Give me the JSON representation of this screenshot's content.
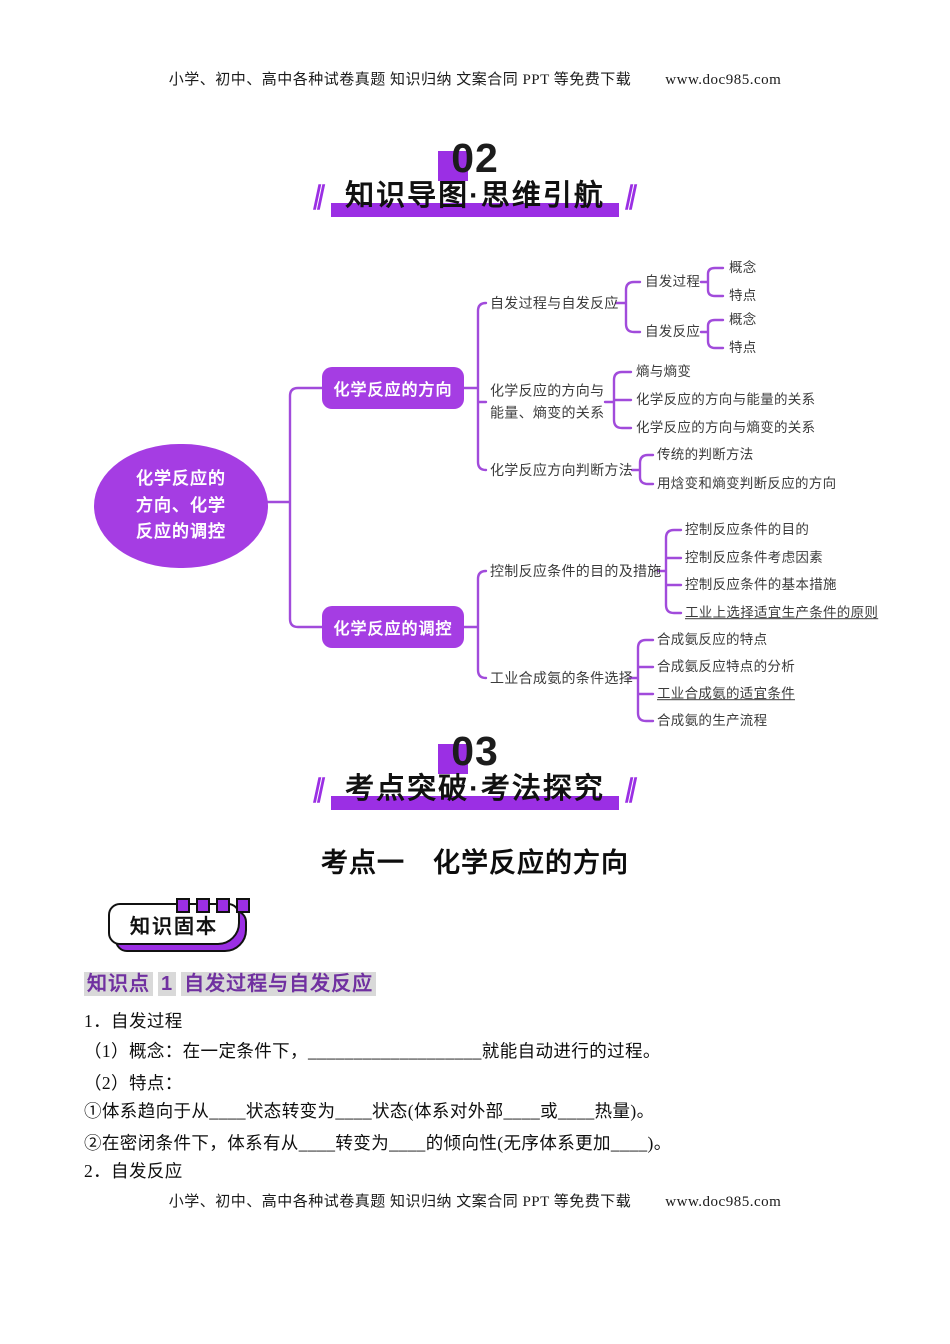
{
  "page": {
    "header_text": "小学、初中、高中各种试卷真题 知识归纳 文案合同 PPT 等免费下载",
    "header_url": "www.doc985.com",
    "footer_text": "小学、初中、高中各种试卷真题 知识归纳 文案合同 PPT 等免费下载",
    "footer_url": "www.doc985.com"
  },
  "section02": {
    "number": "02",
    "title": "知识导图·思维引航",
    "slash": "∥"
  },
  "section03": {
    "number": "03",
    "title": "考点突破·考法探究",
    "slash": "∥"
  },
  "mindmap": {
    "root": "化学反应的\n方向、化学\n反应的调控",
    "branch_direction": "化学反应的方向",
    "branch_control": "化学反应的调控",
    "l3": {
      "zf": "自发过程与自发反应",
      "nl": "化学反应的方向与\n能量、熵变的关系",
      "pd": "化学反应方向判断方法",
      "kz": "控制反应条件的目的及措施",
      "gy": "工业合成氨的条件选择"
    },
    "l4": {
      "zfgc": "自发过程",
      "zffy": "自发反应",
      "sbs": "熵与熵变",
      "nlgx": "化学反应的方向与能量的关系",
      "sbgx": "化学反应的方向与熵变的关系",
      "ct": "传统的判断方法",
      "hs": "用焓变和熵变判断反应的方向",
      "md": "控制反应条件的目的",
      "ys": "控制反应条件考虑因素",
      "cs": "控制反应条件的基本措施",
      "yz": "工业上选择适宜生产条件的原则",
      "td": "合成氨反应的特点",
      "fx": "合成氨反应特点的分析",
      "sy": "工业合成氨的适宜条件",
      "lc": "合成氨的生产流程"
    },
    "l5": {
      "gn1": "概念",
      "td1": "特点",
      "gn2": "概念",
      "td2": "特点"
    }
  },
  "kaodian": {
    "title": "考点一　化学反应的方向"
  },
  "badge": {
    "label": "知识固本"
  },
  "kp": {
    "label": "知识点",
    "num": "1",
    "title": "自发过程与自发反应"
  },
  "content": {
    "l1": "1．自发过程",
    "l2": "（1）概念：在一定条件下，___________________就能自动进行的过程。",
    "l3": "（2）特点：",
    "l4": "①体系趋向于从____状态转变为____状态(体系对外部____或____热量)。",
    "l5": "②在密闭条件下，体系有从____转变为____的倾向性(无序体系更加____)。",
    "l6": "2．自发反应"
  },
  "colors": {
    "accent": "#9b2fe4",
    "node": "#a53de3",
    "line": "#a14bdb",
    "kp_text": "#7030a0"
  }
}
